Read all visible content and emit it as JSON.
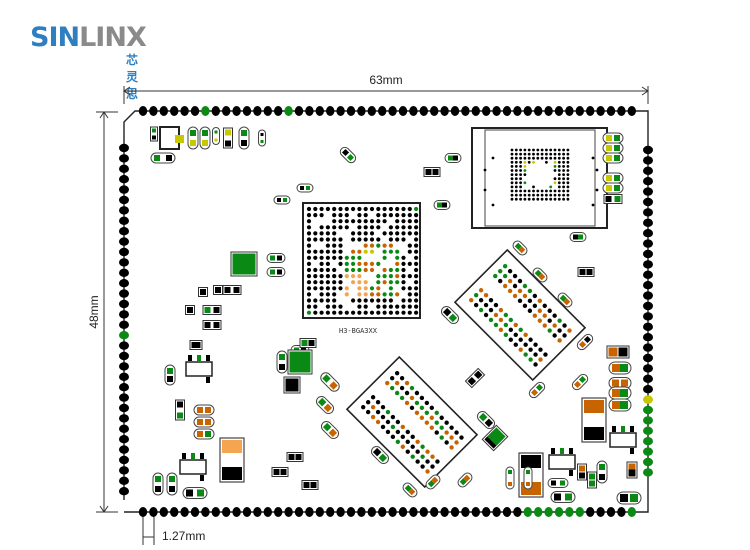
{
  "logo": {
    "brand_blue": "SIN",
    "brand_gray": "LINX",
    "chinese": "芯灵思"
  },
  "dimensions": {
    "width_label": "63mm",
    "height_label": "48mm",
    "pitch_label": "1.27mm"
  },
  "cpu": {
    "label": "H3-BGA3XX"
  },
  "colors": {
    "black": "#000000",
    "green": "#0a8a14",
    "yellow": "#c8c800",
    "orange": "#c86400",
    "light_orange": "#f5a550",
    "outline": "#333333",
    "logo_blue": "#2f7fc0",
    "logo_gray": "#8a8a8a"
  }
}
